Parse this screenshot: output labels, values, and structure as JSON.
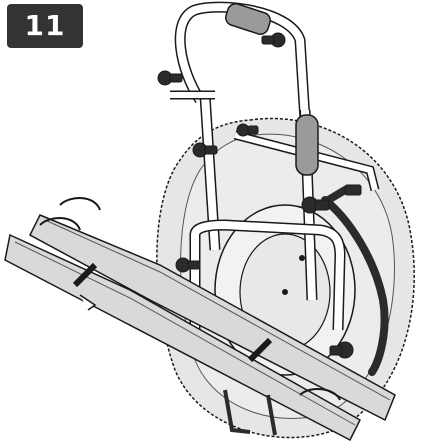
{
  "step": {
    "number": "11"
  },
  "colors": {
    "badge_background": "#333333",
    "badge_text": "#ffffff",
    "tire_fill": "#e6e6e6",
    "rail_fill": "#d9d9d9",
    "frame_fill": "#ffffff",
    "outline": "#1a1a1a",
    "strap": "#2b2b2b",
    "padding": "#9a9a9a"
  },
  "illustration": {
    "subject": "bike-carrier-on-spare-wheel",
    "parts": [
      "spare-tire",
      "wheel-rim",
      "carrier-frame",
      "handle-padding",
      "mast-padding",
      "wheel-rails",
      "holding-strap",
      "tightening-knobs",
      "lower-straps"
    ]
  }
}
